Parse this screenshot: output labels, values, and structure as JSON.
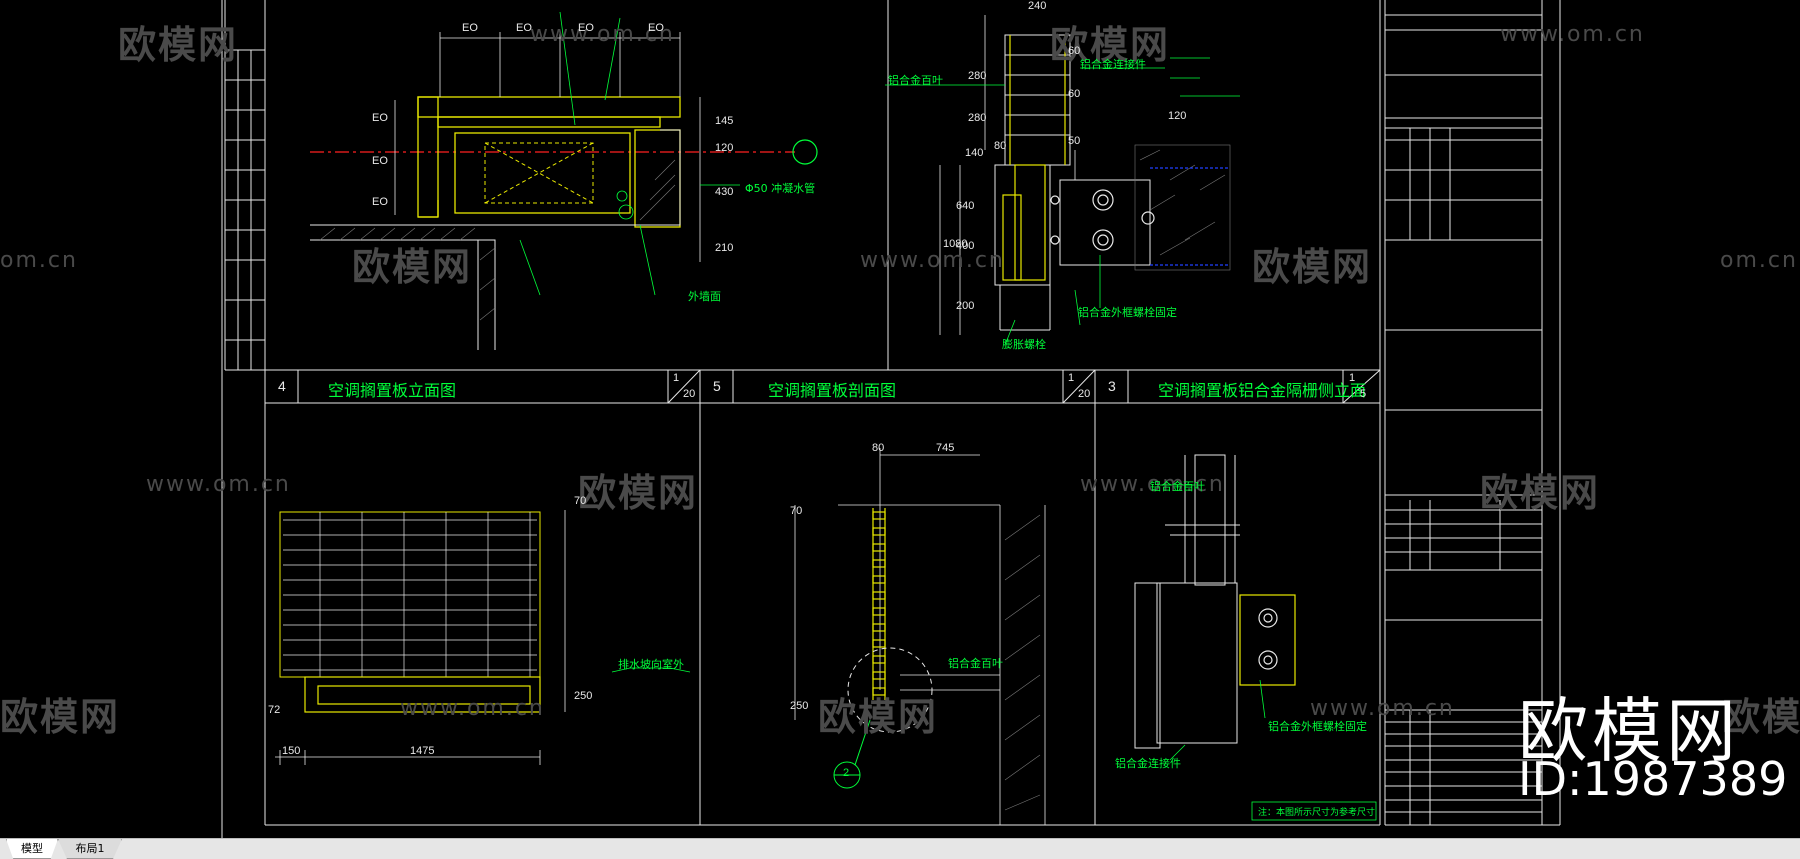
{
  "watermark": {
    "brand": "欧模网",
    "url": "www.om.cn",
    "url_short": "om.cn",
    "brand_partial": "欧模网"
  },
  "branding": {
    "logo_text": "欧模网",
    "id_text": "ID:1987389"
  },
  "drawing": {
    "panels": [
      {
        "number": "4",
        "title": "空调搁置板立面图",
        "scale_num": "1",
        "scale_den": "20"
      },
      {
        "number": "5",
        "title": "空调搁置板剖面图",
        "scale_num": "1",
        "scale_den": "20"
      },
      {
        "number": "3",
        "title": "空调搁置板铝合金隔栅侧立面",
        "scale_num": "1",
        "scale_den": "5"
      }
    ],
    "dims": {
      "eo": "EO",
      "d145": "145",
      "d120": "120",
      "d430": "430",
      "d210": "210",
      "d280": "280",
      "d140": "140",
      "d80": "80",
      "d60": "60",
      "d50": "50",
      "d640": "640",
      "d400": "400",
      "d1080": "1080",
      "d200": "200",
      "d240": "240",
      "d745": "745",
      "d70": "70",
      "d250": "250",
      "d150": "150",
      "d1475": "1475",
      "d72": "72"
    },
    "notes": {
      "drain": "Φ50 冲凝水管",
      "note_shutter": "铝合金百叶",
      "note_connect": "铝合金连接件",
      "note_bolt": "膨胀螺栓",
      "note_detail": "铝合金外框螺栓固定",
      "note_section": "排水坡向室外",
      "note_wall": "外墙面",
      "note_bottom": "注：本图所示尺寸为参考尺寸"
    },
    "detail_marker": "2"
  },
  "tabs": [
    {
      "label": "模型",
      "active": true
    },
    {
      "label": "布局1",
      "active": false
    }
  ],
  "colors": {
    "background": "#000000",
    "line_white": "#e8e8e8",
    "line_green": "#00ff3a",
    "line_yellow": "#e8e800",
    "line_red": "#ff2020",
    "watermark": "#4a4a4a"
  }
}
